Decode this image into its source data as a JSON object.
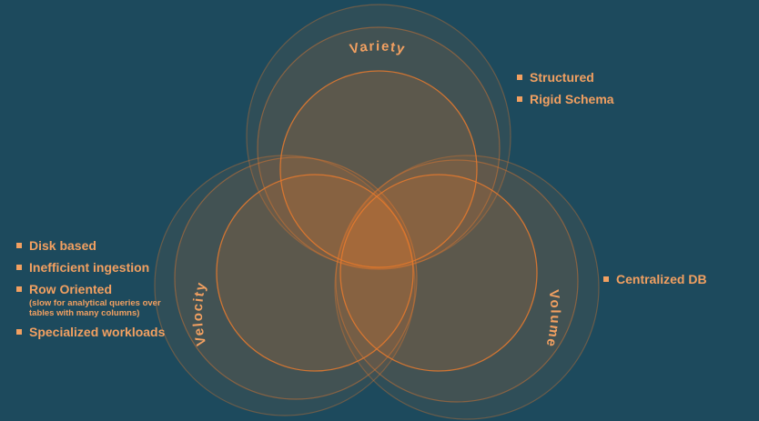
{
  "colors": {
    "background": "#1d4a5d",
    "accent": "#f2a061",
    "circle_fill": "#e87a2e",
    "circle_stroke": "#e87a2e"
  },
  "circles": {
    "variety": {
      "label": "Variety"
    },
    "velocity": {
      "label": "Velocity"
    },
    "volume": {
      "label": "Volume"
    }
  },
  "lists": {
    "variety": [
      {
        "text": "Structured"
      },
      {
        "text": "Rigid Schema"
      }
    ],
    "velocity": [
      {
        "text": "Disk based"
      },
      {
        "text": "Inefficient ingestion"
      },
      {
        "text": "Row Oriented",
        "sub": "(slow for analytical queries over tables with many columns)"
      },
      {
        "text": "Specialized workloads"
      }
    ],
    "volume": [
      {
        "text": "Centralized DB"
      }
    ]
  }
}
